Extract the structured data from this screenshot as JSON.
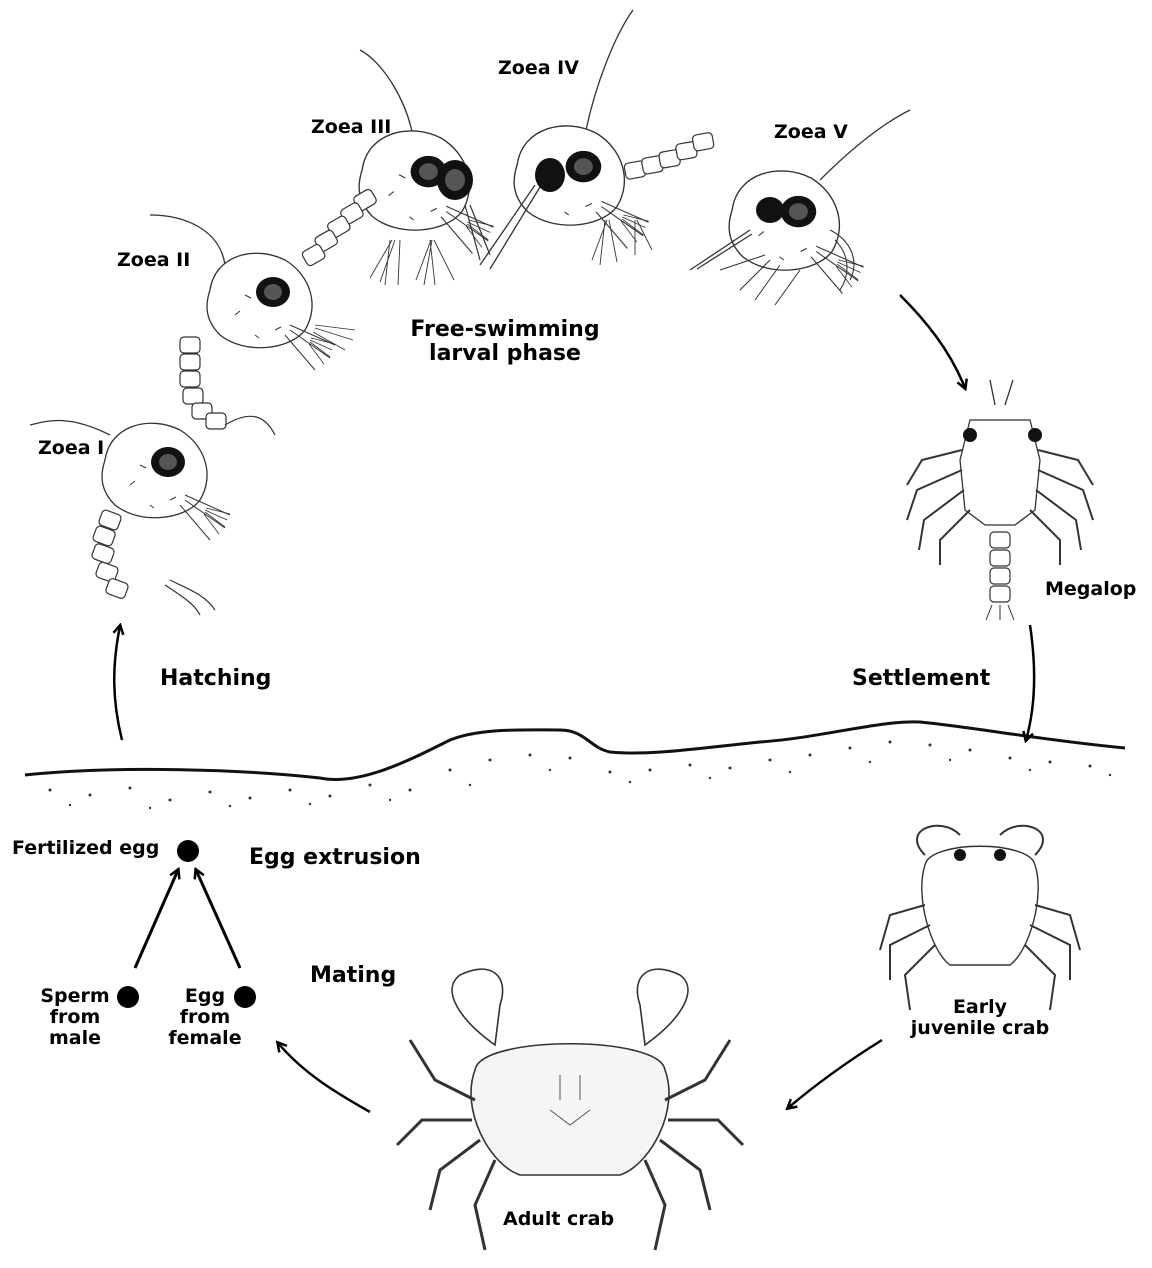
{
  "labels": {
    "zoea1": "Zoea I",
    "zoea2": "Zoea II",
    "zoea3": "Zoea III",
    "zoea4": "Zoea IV",
    "zoea5": "Zoea V",
    "larval_phase": "Free-swimming\nlarval phase",
    "megalop": "Megalop",
    "settlement": "Settlement",
    "hatching": "Hatching",
    "fertilized_egg": "Fertilized egg",
    "egg_extrusion": "Egg extrusion",
    "mating": "Mating",
    "sperm": "Sperm\nfrom\nmale",
    "egg_female": "Egg\nfrom\nfemale",
    "early_juvenile": "Early\njuvenile crab",
    "adult_crab": "Adult crab"
  },
  "colors": {
    "ink": "#000000",
    "line": "#222222",
    "background": "#ffffff"
  },
  "icons": [
    "zoea-larva-icon",
    "megalop-icon",
    "juvenile-crab-icon",
    "adult-crab-icon",
    "sediment-layer",
    "egg-dot"
  ]
}
